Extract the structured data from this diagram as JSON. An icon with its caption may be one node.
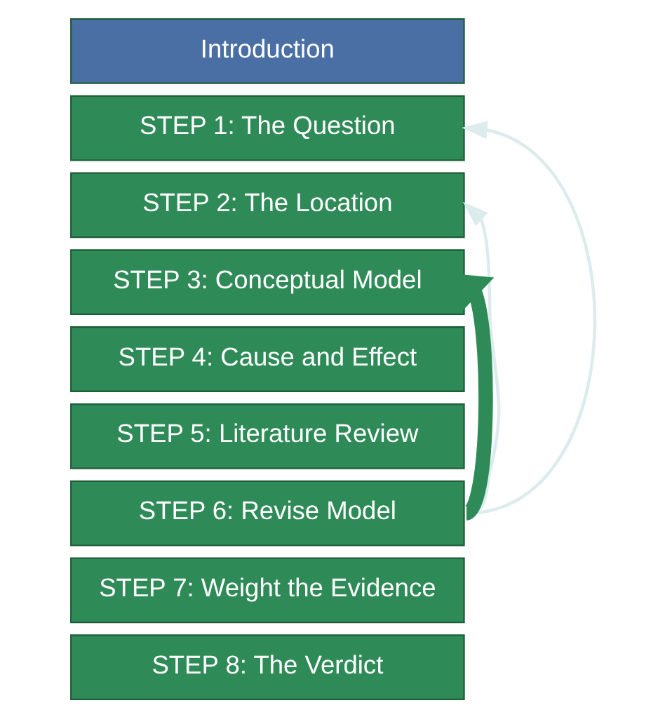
{
  "diagram": {
    "nodes": [
      {
        "text": [
          "Introduction"
        ]
      },
      {
        "text": [
          "STEP 1: The Question"
        ]
      },
      {
        "text": [
          "STEP 2: The Location"
        ]
      },
      {
        "text": [
          "STEP 3: Conceptual Model"
        ]
      },
      {
        "text": [
          "STEP 4: Cause and Effect"
        ]
      },
      {
        "text": [
          "STEP 5: Literature Review"
        ]
      },
      {
        "text": [
          "STEP 6: Revise Model"
        ]
      },
      {
        "text": [
          "STEP 7: Weight the Evidence"
        ]
      },
      {
        "text": [
          "STEP 8: The Verdict"
        ]
      }
    ],
    "edges": [
      {
        "from": 6,
        "to": 1,
        "arrow": "to",
        "color": "#dcecec"
      },
      {
        "from": 6,
        "to": 2,
        "arrow": "to",
        "color": "#dcecec"
      },
      {
        "from": 6,
        "to": 3,
        "arrow": "to",
        "style": "thick",
        "color": "#2e8b57"
      }
    ]
  }
}
